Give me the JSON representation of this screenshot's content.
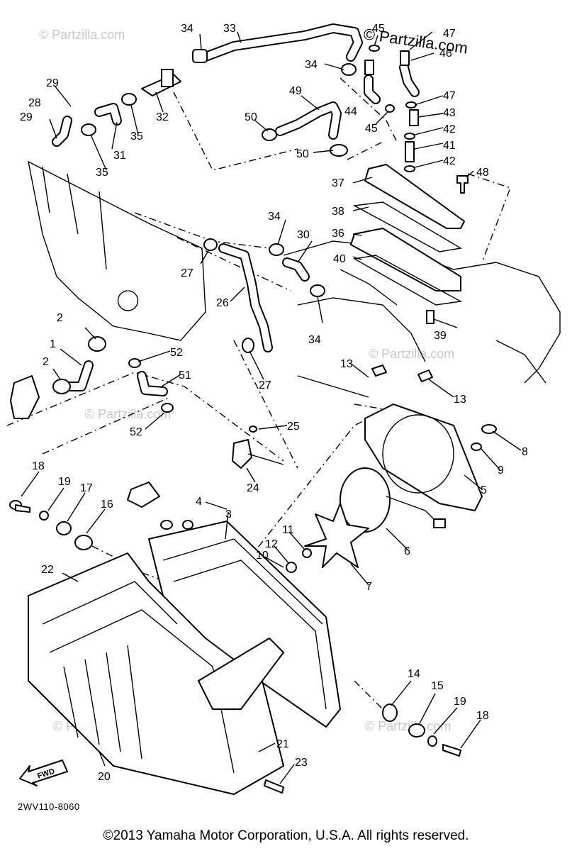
{
  "brand": "© Partzilla.com",
  "watermark": "© Partzilla.com",
  "diagram_code": "2WV110-8060",
  "forward_label": "FWD",
  "copyright": "©2013 Yamaha Motor Corporation, U.S.A. All rights reserved.",
  "callouts": [
    "1",
    "2",
    "2",
    "3",
    "4",
    "5",
    "6",
    "7",
    "8",
    "9",
    "10",
    "11",
    "12",
    "13",
    "13",
    "14",
    "15",
    "16",
    "17",
    "18",
    "18",
    "19",
    "19",
    "20",
    "21",
    "22",
    "23",
    "24",
    "25",
    "26",
    "27",
    "27",
    "28",
    "29",
    "29",
    "30",
    "31",
    "32",
    "33",
    "34",
    "34",
    "34",
    "34",
    "35",
    "35",
    "36",
    "37",
    "38",
    "39",
    "40",
    "41",
    "42",
    "42",
    "43",
    "44",
    "45",
    "45",
    "46",
    "47",
    "47",
    "48",
    "49",
    "50",
    "50",
    "51",
    "52",
    "52"
  ]
}
